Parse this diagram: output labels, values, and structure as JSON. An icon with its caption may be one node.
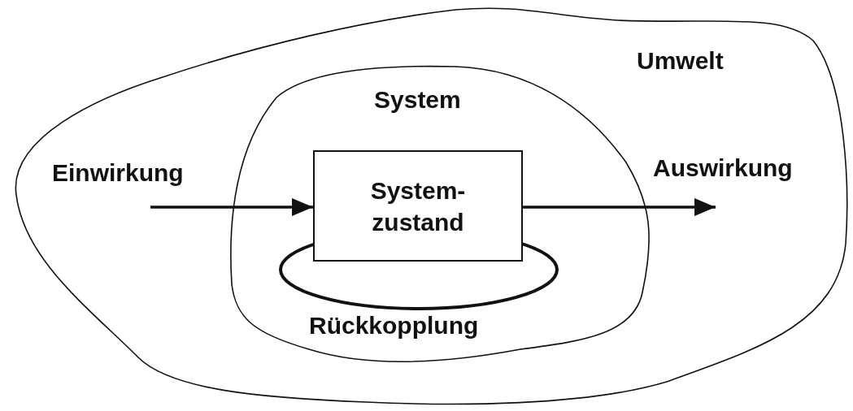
{
  "diagram": {
    "nodes": [
      {
        "text": [
          "Umwelt"
        ]
      },
      {
        "text": [
          "System"
        ],
        "in": 0
      },
      {
        "text": [
          "System- zustand"
        ],
        "in": 1
      },
      {
        "text": [
          "Rückkopplung"
        ],
        "in": 1
      }
    ],
    "edges": [
      {
        "from": null,
        "to": 2,
        "arrow": "to"
      },
      {
        "from": 2,
        "to": null,
        "arrow": "to"
      }
    ],
    "labels": [
      "Einwirkung",
      "Auswirkung"
    ]
  }
}
